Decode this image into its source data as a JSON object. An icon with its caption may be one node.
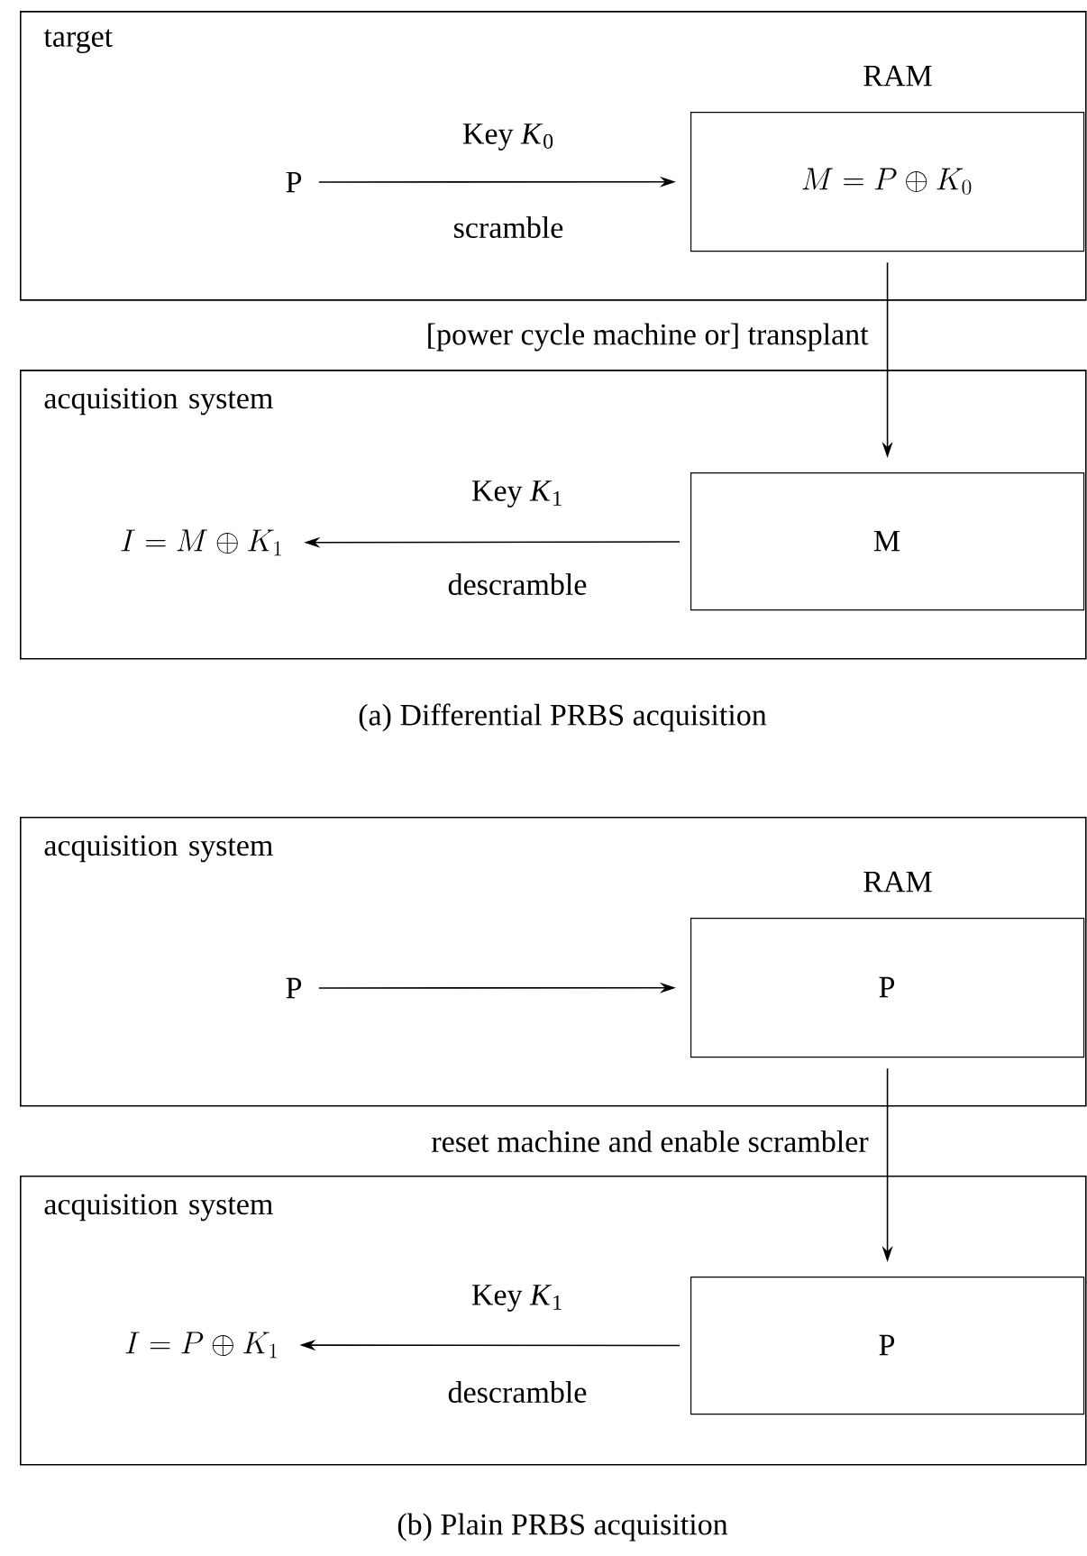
{
  "diagram": {
    "nodes": [
      {
        "text": [
          "target"
        ]
      },
      {
        "text": [
          "P"
        ],
        "in": 0
      },
      {
        "text": [
          "RAM",
          "M = P \\oplus K_0"
        ],
        "in": 0
      },
      {
        "text": [
          "acquisition system"
        ]
      },
      {
        "text": [
          "M"
        ],
        "in": 3
      },
      {
        "text": [
          "I = M \\oplus K_1"
        ],
        "in": 3
      },
      {
        "text": [
          "acquisition system"
        ]
      },
      {
        "text": [
          "P"
        ],
        "in": 6
      },
      {
        "text": [
          "RAM",
          "P"
        ],
        "in": 6
      },
      {
        "text": [
          "acquisition system"
        ]
      },
      {
        "text": [
          "P"
        ],
        "in": 9
      },
      {
        "text": [
          "I = P \\oplus K_1"
        ],
        "in": 9
      }
    ],
    "edges": [
      {
        "from": 1,
        "to": 2,
        "arrow": "to",
        "label": "Key *K*$_{0}$"
      },
      {
        "from": 2,
        "to": 4,
        "arrow": "to",
        "label": "[power cycle machine or] transplant"
      },
      {
        "from": 4,
        "to": 5,
        "arrow": "to",
        "label": "Key *K*$_{1}$"
      },
      {
        "from": 7,
        "to": 8,
        "arrow": "to"
      },
      {
        "from": 8,
        "to": 10,
        "arrow": "to",
        "label": "reset machine and enable scrambler"
      },
      {
        "from": 10,
        "to": 11,
        "arrow": "to",
        "label": "Key *K*$_{1}$"
      }
    ],
    "labels": [
      "scramble",
      "descramble",
      "(a) Differential PRBS acquisition",
      "descramble",
      "(b) Plain PRBS acquisition"
    ]
  }
}
